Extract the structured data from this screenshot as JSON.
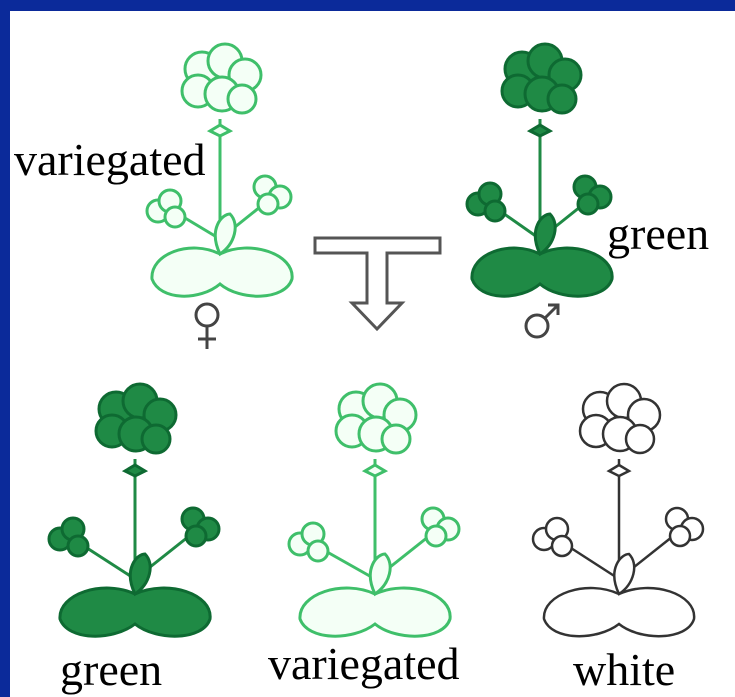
{
  "labels": {
    "parent_female": "variegated",
    "parent_male": "green",
    "offspring_1": "green",
    "offspring_2": "variegated",
    "offspring_3": "white"
  },
  "symbols": {
    "female": "female-symbol-icon",
    "male": "male-symbol-icon",
    "cross": "cross-arrow-icon"
  },
  "colors": {
    "background": "#0b2a9a",
    "green_dark": "#0e6a32",
    "green_mid": "#2a9a52",
    "variegated_line": "#3fbf6a",
    "white_line": "#333333"
  }
}
